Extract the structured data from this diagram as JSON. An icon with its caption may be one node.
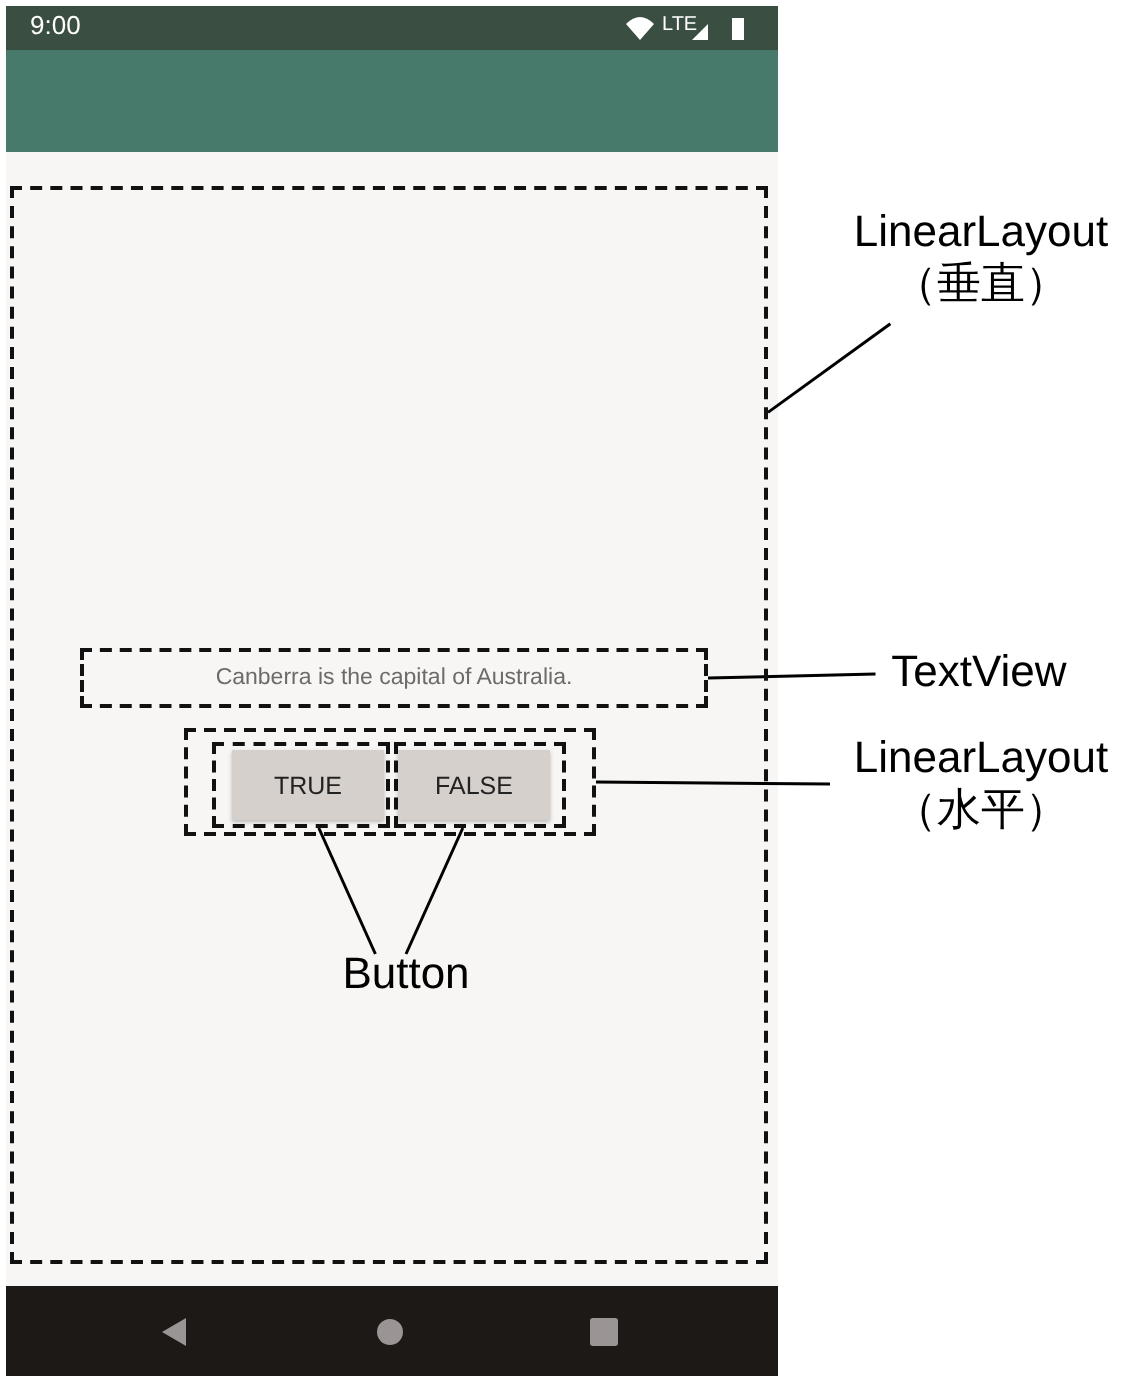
{
  "diagram": {
    "nodes": [
      {
        "text": [],
        "shape": "box"
      },
      {
        "text": [
          "Canberra is the capital of Australia."
        ],
        "in": 0
      },
      {
        "text": [],
        "shape": "box",
        "in": 0
      },
      {
        "text": [
          "TRUE"
        ],
        "in": 2
      },
      {
        "text": [
          "FALSE"
        ],
        "in": 2
      },
      {
        "text": [
          "LinearLayout",
          "（垂直）"
        ]
      },
      {
        "text": [
          "TextView"
        ]
      },
      {
        "text": [
          "LinearLayout",
          "（水平）"
        ]
      },
      {
        "text": [
          "Button"
        ],
        "in": 0
      }
    ],
    "edges": [
      {
        "from": 5,
        "to": 0,
        "arrow": "none"
      },
      {
        "from": 6,
        "to": 1,
        "arrow": "none"
      },
      {
        "from": 7,
        "to": 2,
        "arrow": "none"
      },
      {
        "from": 8,
        "to": 3,
        "arrow": "none"
      },
      {
        "from": 8,
        "to": 4,
        "arrow": "none"
      }
    ],
    "labels": [
      "9:00",
      "LTE"
    ]
  }
}
